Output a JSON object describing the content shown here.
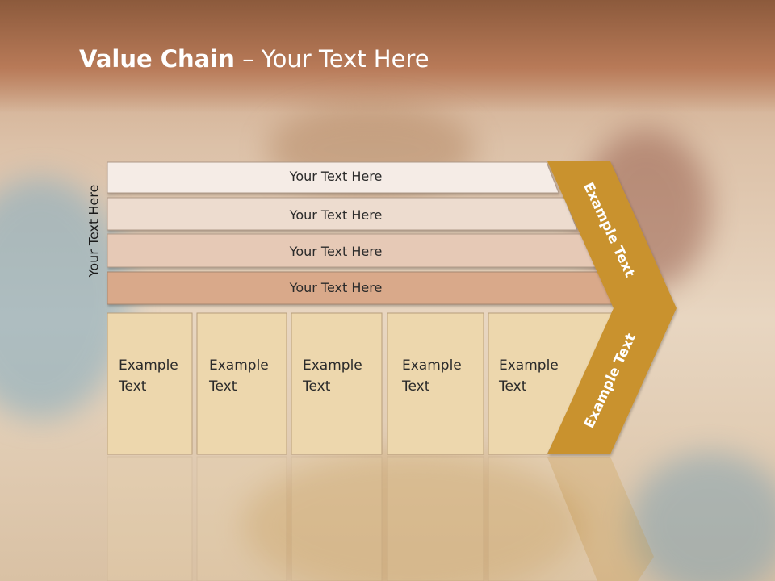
{
  "title": {
    "bold": "Value Chain",
    "rest": " – Your Text Here"
  },
  "side_label": "Your Text Here",
  "rows": [
    {
      "label": "Your Text Here",
      "color": "#f5ece6"
    },
    {
      "label": "Your Text Here",
      "color": "#eddccf"
    },
    {
      "label": "Your Text Here",
      "color": "#e6c9b6"
    },
    {
      "label": "Your Text Here",
      "color": "#d9a98a"
    }
  ],
  "columns": [
    {
      "line1": "Example",
      "line2": "Text"
    },
    {
      "line1": "Example",
      "line2": "Text"
    },
    {
      "line1": "Example",
      "line2": "Text"
    },
    {
      "line1": "Example",
      "line2": "Text"
    },
    {
      "line1": "Example",
      "line2": "Text"
    }
  ],
  "chevron": {
    "top_text": "Example Text",
    "bottom_text": "Example Text",
    "color": "#c9922e"
  },
  "colors": {
    "column_fill": "#edd7ad",
    "column_border": "#b79d7a"
  }
}
